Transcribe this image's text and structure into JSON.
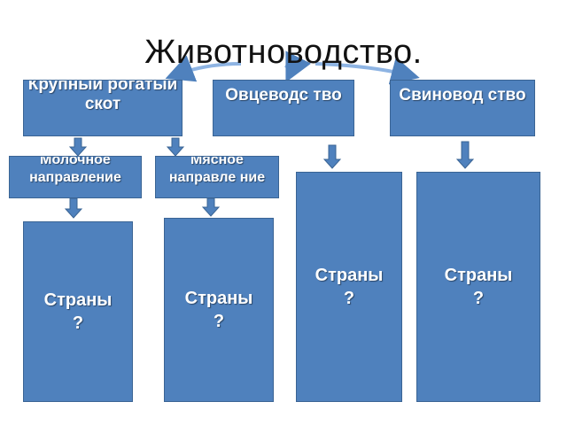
{
  "title": "Животноводство.",
  "branches": {
    "cattle": "Крупный рогатый скот",
    "sheep": "Овцеводс тво",
    "pigs": "Свиновод ство"
  },
  "sub": {
    "dairy": "Молочное направление",
    "meat": "Мясное направле ние"
  },
  "countries": {
    "dairy": "Страны\n?",
    "meat": "Страны\n?",
    "sheep": "Страны\n?",
    "pigs": "Страны\n?"
  },
  "colors": {
    "box_fill": "#4f81bd",
    "box_border": "#3a6494"
  }
}
